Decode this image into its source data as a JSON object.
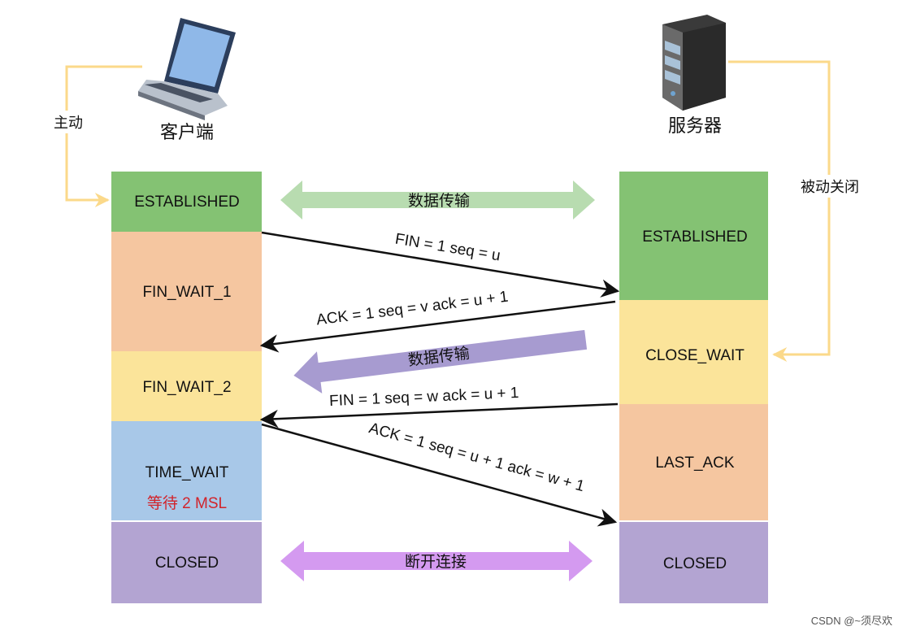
{
  "colors": {
    "established": "#84c273",
    "fin_wait_1": "#f5c6a0",
    "fin_wait_2": "#fbe49a",
    "time_wait": "#a8c8e8",
    "closed": "#b3a4d2",
    "close_wait": "#fbe49a",
    "last_ack": "#f5c6a0",
    "accent_red": "#d2232a",
    "guide_line": "#fbd98a",
    "transfer_arrow": "#b8dcb0",
    "data_arrow": "#a79bd0",
    "disconnect_arrow": "#d49af0"
  },
  "client": {
    "label": "客户端",
    "icon": "laptop-icon"
  },
  "server": {
    "label": "服务器",
    "icon": "server-icon"
  },
  "active_label": "主动",
  "passive_label": "被动关闭",
  "client_states": [
    {
      "label": "ESTABLISHED"
    },
    {
      "label": "FIN_WAIT_1"
    },
    {
      "label": "FIN_WAIT_2"
    },
    {
      "label": "TIME_WAIT",
      "note": "等待 2 MSL"
    },
    {
      "label": "CLOSED"
    }
  ],
  "server_states": [
    {
      "label": "ESTABLISHED"
    },
    {
      "label": "CLOSE_WAIT"
    },
    {
      "label": "LAST_ACK"
    },
    {
      "label": "CLOSED"
    }
  ],
  "messages": [
    {
      "text": "FIN = 1 seq = u"
    },
    {
      "text": "ACK = 1 seq = v ack = u + 1"
    },
    {
      "text": "FIN = 1 seq = w ack = u + 1"
    },
    {
      "text": "ACK = 1 seq = u + 1 ack = w + 1"
    }
  ],
  "transfer_label": "数据传输",
  "data_transfer_label": "数据传输",
  "disconnect_label": "断开连接",
  "watermark": "CSDN @~须尽欢"
}
